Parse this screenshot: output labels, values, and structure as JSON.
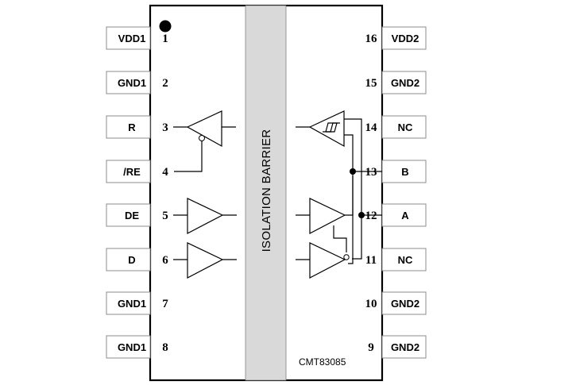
{
  "diagram": {
    "barrier_label": "ISOLATION BARRIER",
    "part_number": "CMT83085",
    "colors": {
      "outline": "#000000",
      "barrier_fill": "#d9d9d9",
      "pin_box_border": "#8c8c8c"
    },
    "left_pins": [
      {
        "num": "1",
        "label": "VDD1"
      },
      {
        "num": "2",
        "label": "GND1"
      },
      {
        "num": "3",
        "label": "R"
      },
      {
        "num": "4",
        "label": "/RE"
      },
      {
        "num": "5",
        "label": "DE"
      },
      {
        "num": "6",
        "label": "D"
      },
      {
        "num": "7",
        "label": "GND1"
      },
      {
        "num": "8",
        "label": "GND1"
      }
    ],
    "right_pins": [
      {
        "num": "16",
        "label": "VDD2"
      },
      {
        "num": "15",
        "label": "GND2"
      },
      {
        "num": "14",
        "label": "NC"
      },
      {
        "num": "13",
        "label": "B"
      },
      {
        "num": "12",
        "label": "A"
      },
      {
        "num": "11",
        "label": "NC"
      },
      {
        "num": "10",
        "label": "GND2"
      },
      {
        "num": "9",
        "label": "GND2"
      }
    ]
  }
}
